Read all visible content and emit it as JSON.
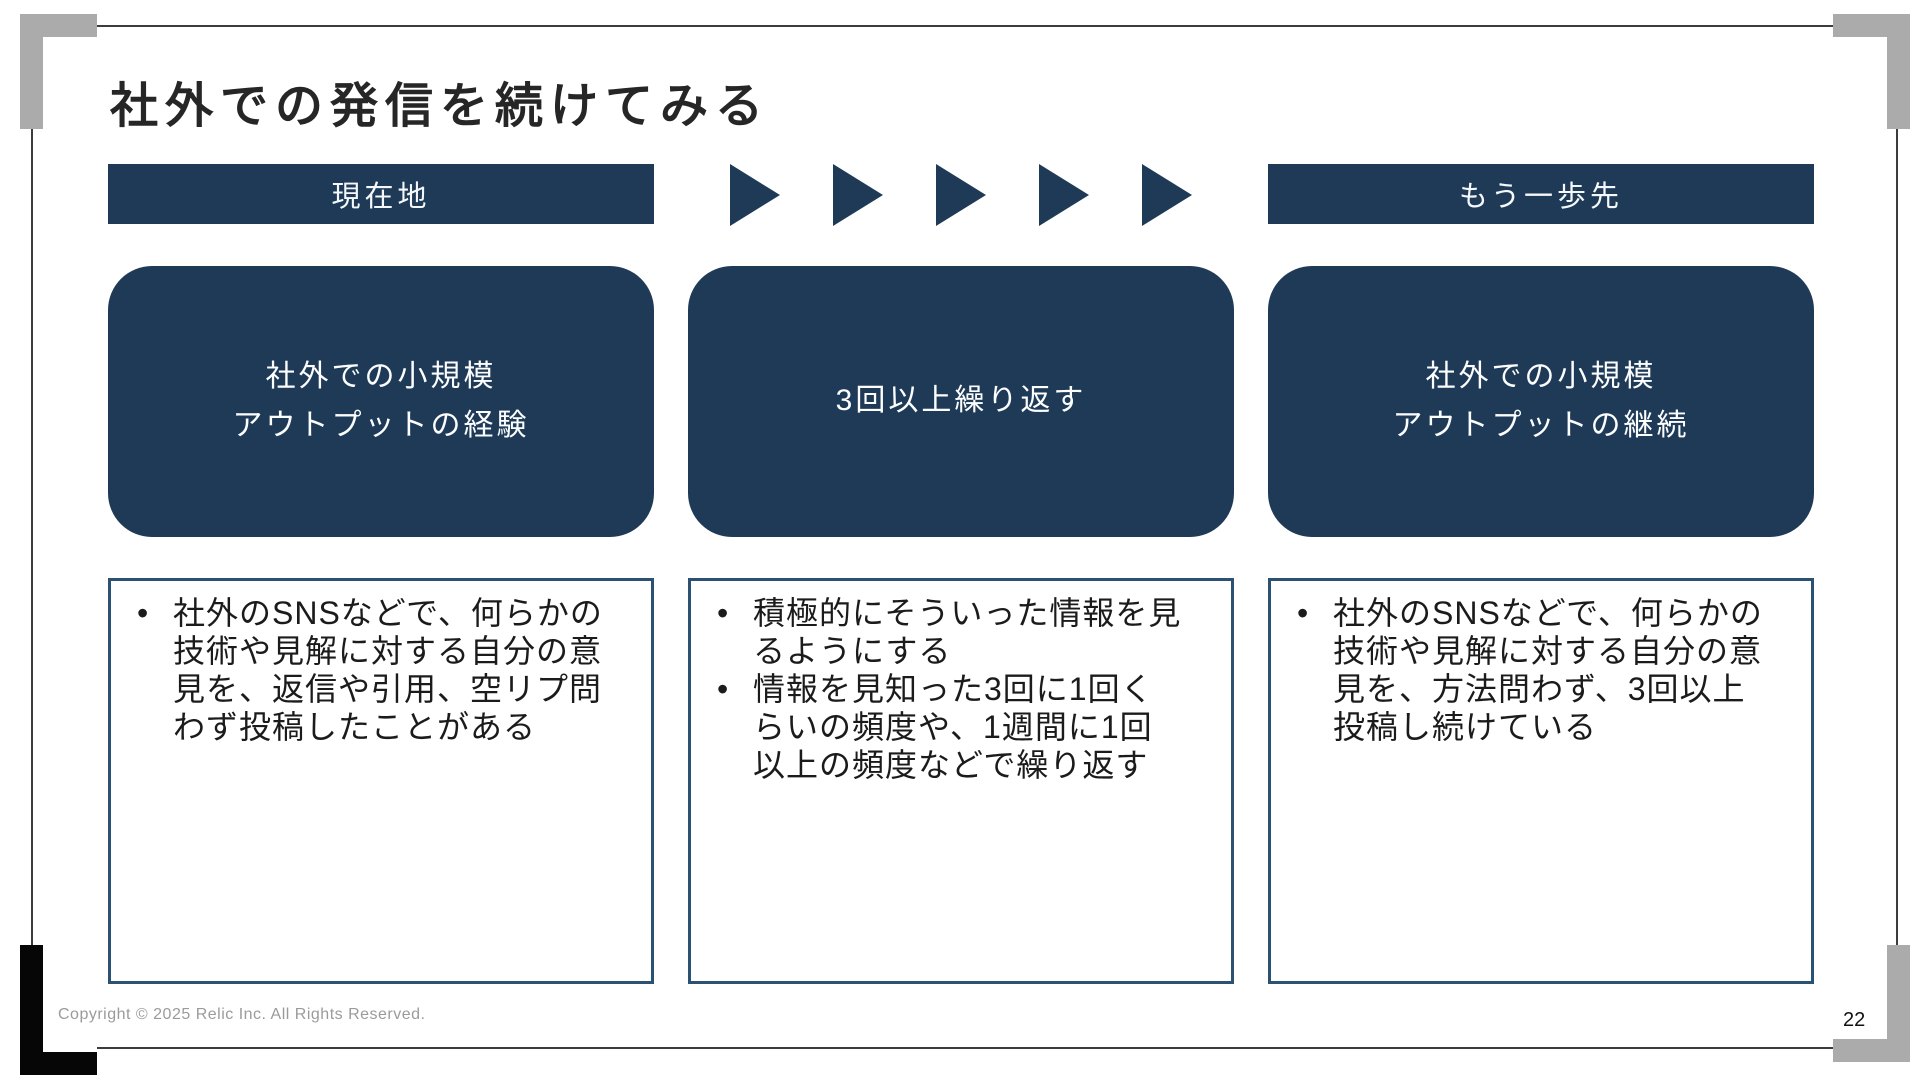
{
  "slide": {
    "title": "社外での発信を続けてみる",
    "page_number": "22",
    "copyright": "Copyright © 2025 Relic Inc. All Rights Reserved."
  },
  "header": {
    "current_label": "現在地",
    "next_label": "もう一歩先",
    "arrow_count": 5
  },
  "columns": [
    {
      "stage": "社外での小規模\nアウトプットの経験",
      "bullets": [
        "社外のSNSなどで、何らかの\n技術や見解に対する自分の意\n見を、返信や引用、空リプ問\nわず投稿したことがある"
      ]
    },
    {
      "stage": "3回以上繰り返す",
      "bullets": [
        "積極的にそういった情報を見\nるようにする",
        "情報を見知った3回に1回く\nらいの頻度や、1週間に1回\n以上の頻度などで繰り返す"
      ]
    },
    {
      "stage": "社外での小規模\nアウトプットの継続",
      "bullets": [
        "社外のSNSなどで、何らかの\n技術や見解に対する自分の意\n見を、方法問わず、3回以上\n投稿し続けている"
      ]
    }
  ],
  "colors": {
    "navy": "#1e3a56",
    "detail_box_border": "#2b5273",
    "frame_bracket_gray": "#ababab",
    "frame_bracket_black": "#060606",
    "frame_line": "#3c3c3c",
    "title_text": "#262626",
    "copyright_text": "#9b9b9b"
  }
}
